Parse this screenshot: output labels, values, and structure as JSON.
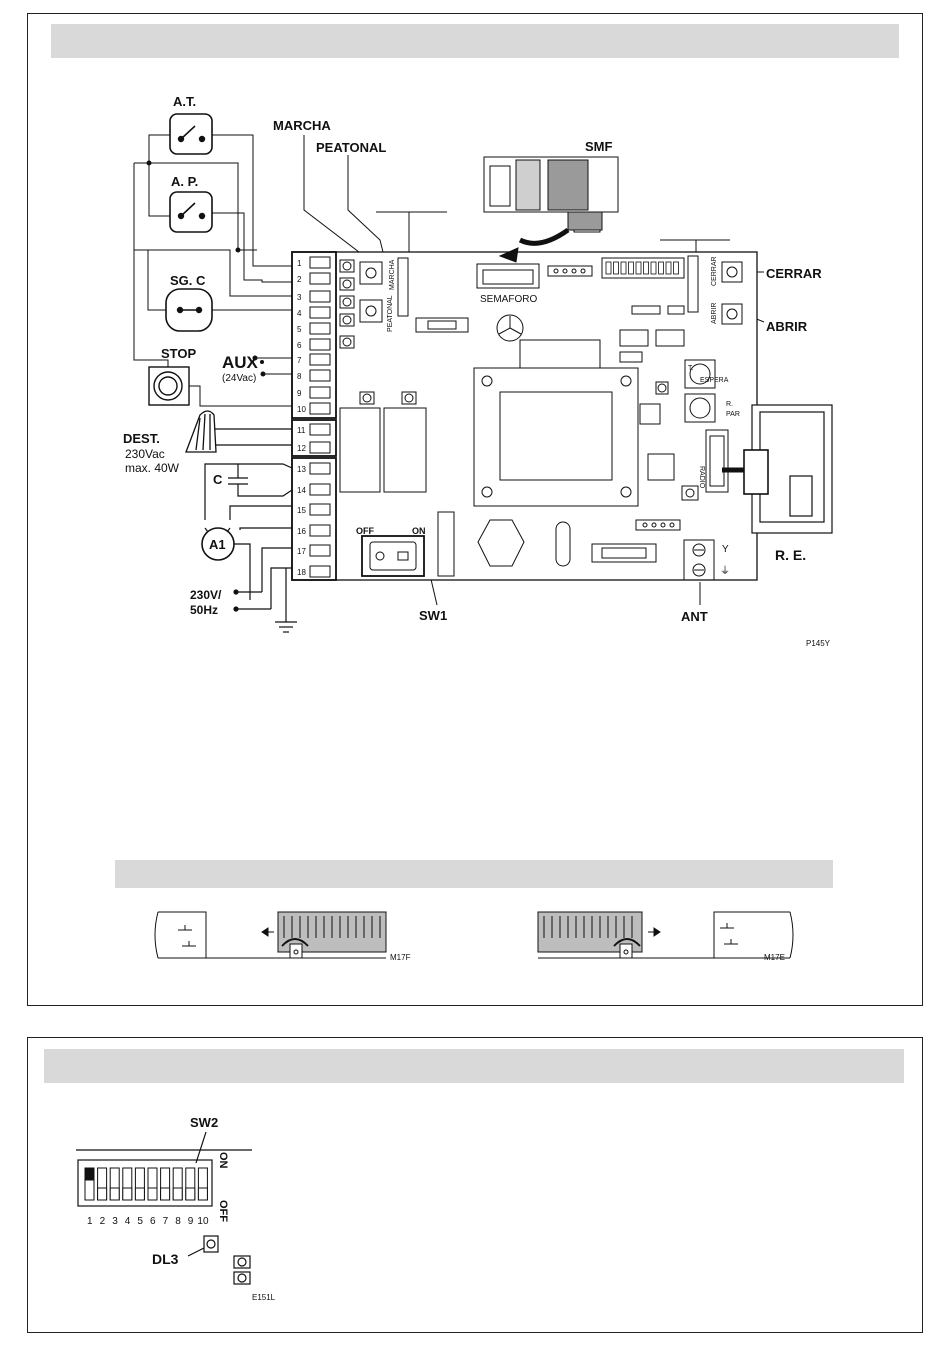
{
  "colors": {
    "band": "#d9d9d9",
    "line": "#111111",
    "component": "#cfcfcf",
    "fill_dark": "#8a8a8a"
  },
  "diagram1": {
    "labels": {
      "at": "A.T.",
      "ap": "A. P.",
      "sgc": "SG. C",
      "stop": "STOP",
      "marcha": "MARCHA",
      "peatonal": "PEATONAL",
      "smf": "SMF",
      "cerrar": "CERRAR",
      "abrir": "ABRIR",
      "aux": "AUX",
      "aux_sub": "(24Vac)",
      "dest": "DEST.",
      "dest_v": "230Vac",
      "dest_w": "max. 40W",
      "c": "C",
      "a1": "A1",
      "mains_v": "230V/",
      "mains_hz": "50Hz",
      "sw1": "SW1",
      "ant": "ANT",
      "re": "R. E.",
      "code": "P145Y"
    },
    "board": {
      "semaforo": "SEMAFORO",
      "off": "OFF",
      "on": "ON",
      "radio": "RADIO",
      "marcha_v": "MARCHA",
      "peatonal_v": "PEATONAL",
      "cerrar_v": "CERRAR",
      "abrir_v": "ABRIR",
      "t_label": "T.",
      "espera_label": "ESPERA",
      "r_label": "R.",
      "par_label": "PAR",
      "ant_sym": "Y",
      "gnd_sym": "⏚"
    },
    "terminals": [
      "1",
      "2",
      "3",
      "4",
      "5",
      "6",
      "7",
      "8",
      "9",
      "10",
      "11",
      "12",
      "13",
      "14",
      "15",
      "16",
      "17",
      "18"
    ]
  },
  "diagram2": {
    "code_left": "M17F",
    "code_right": "M17E"
  },
  "diagram3": {
    "sw2": "SW2",
    "on": "ON",
    "off": "OFF",
    "dl3": "DL3",
    "code": "E151L",
    "dip_numbers": [
      "1",
      "2",
      "3",
      "4",
      "5",
      "6",
      "7",
      "8",
      "9",
      "10"
    ]
  }
}
